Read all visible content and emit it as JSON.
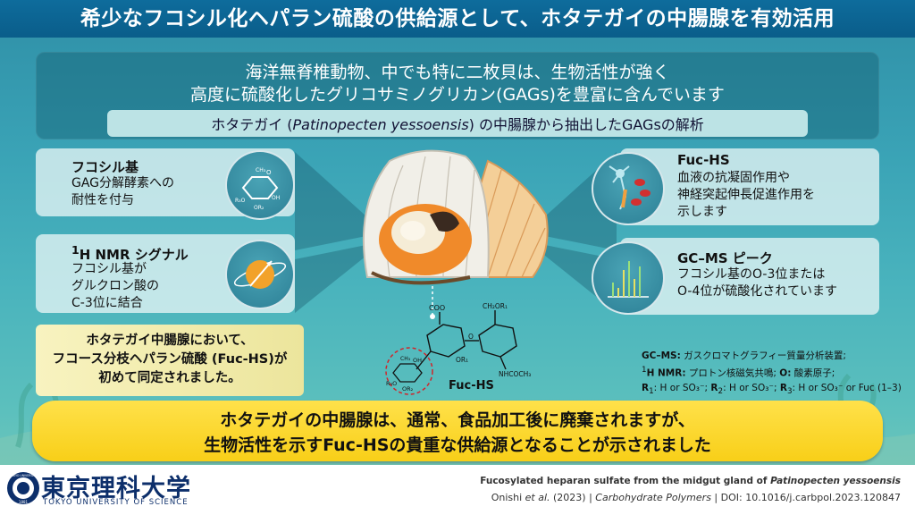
{
  "title": "希少なフコシル化ヘパラン硫酸の供給源として、ホタテガイの中腸腺を有効活用",
  "intro": {
    "line1": "海洋無脊椎動物、中でも特に二枚貝は、生物活性が強く",
    "line2": "高度に硫酸化したグリコサミノグリカン(GAGs)を豊富に含んでいます"
  },
  "analysis": {
    "before": "ホタテガイ (",
    "species": "Patinopecten yessoensis",
    "after": ") の中腸腺から抽出したGAGsの解析"
  },
  "left_cards": [
    {
      "title": "フコシル基",
      "body": "GAG分解酵素への\n耐性を付与"
    },
    {
      "title_sup": "1",
      "title": "H NMR シグナル",
      "body": "フコシル基が\nグルクロン酸の\nC-3位に結合"
    }
  ],
  "right_cards": [
    {
      "title": "Fuc-HS",
      "body": "血液の抗凝固作用や\n神経突起伸長促進作用を\n示します"
    },
    {
      "title": "GC–MS ピーク",
      "body": "フコシル基のO-3位または\nO-4位が硫酸化されています"
    }
  ],
  "identification": "ホタテガイ中腸腺において、\nフコース分枝ヘパラン硫酸 (Fuc-HS)が\n初めて同定されました。",
  "structure": {
    "label": "Fuc-HS",
    "coo": "COO",
    "ch2or1": "CH₂OR₁",
    "ch3": "CH₃",
    "nhcoch3": "NHCOCH₃",
    "or1": "OR₁",
    "or2": "OR₂",
    "r3o": "R₃O",
    "o": "O",
    "oh": "OH"
  },
  "icons": {
    "fucose_o": "O",
    "fucose_ch3": "CH₃",
    "fucose_oh": "OH",
    "fucose_r3o": "R₃O",
    "fucose_or2": "OR₂"
  },
  "notes": {
    "gcms_key": "GC–MS:",
    "gcms_val": " ガスクロマトグラフィー質量分析装置;",
    "nmr_sup": "1",
    "nmr_key": "H NMR:",
    "nmr_val": " プロトン核磁気共鳴; ",
    "o_key": "O:",
    "o_val": " 酸素原子;",
    "r1_key": "R",
    "r1_sub": "1",
    "r1_val": ": H or SO₃⁻; ",
    "r2_key": "R",
    "r2_sub": "2",
    "r2_val": ": H or SO₃⁻; ",
    "r3_key": "R",
    "r3_sub": "3",
    "r3_val": ": H or SO₃⁻ or Fuc (1–3)"
  },
  "conclusion": {
    "line1": "ホタテガイの中腸腺は、通常、食品加工後に廃棄されますが、",
    "line2": "生物活性を示すFuc-HSの貴重な供給源となることが示されました"
  },
  "footer": {
    "univ_ja": "東京理科大学",
    "univ_en": "TOKYO UNIVERSITY OF SCIENCE",
    "seal_text": "TOKYO UNIVERSITY",
    "seal_year": "1881",
    "citation_title_prefix": "Fucosylated heparan sulfate from the midgut gland of ",
    "citation_title_species": "Patinopecten yessoensis",
    "citation_authors_a": "Onishi ",
    "citation_authors_b": "et al.",
    "citation_year": " (2023)  |  ",
    "citation_journal": "Carbohydrate Polymers",
    "citation_doi": "  |  DOI: 10.1016/j.carbpol.2023.120847"
  },
  "colors": {
    "title_bar": "#0a5d8a",
    "accent_yellow": "#f8cf18",
    "ident_box": "#ece59c",
    "univ_navy": "#0d2f6b",
    "highlight_red": "#d0252b"
  }
}
